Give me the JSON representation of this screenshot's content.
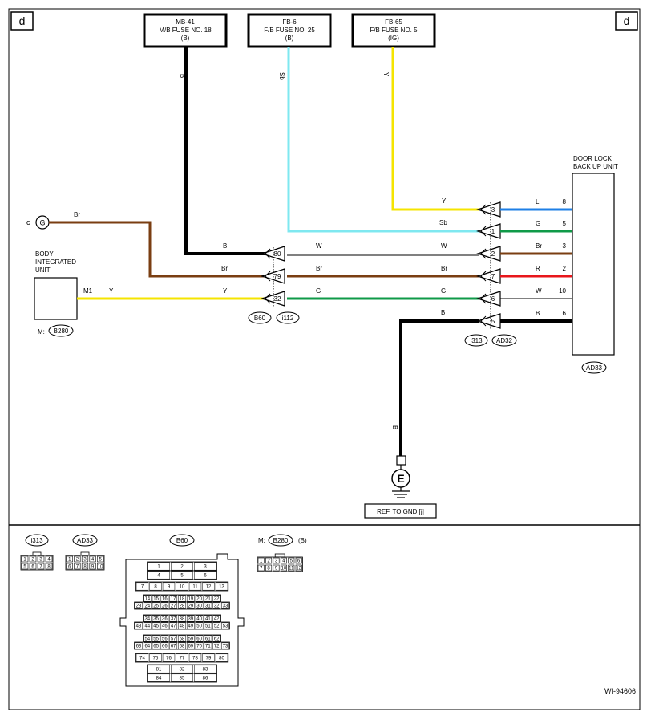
{
  "corner": {
    "left": "d",
    "right": "d"
  },
  "fuses": [
    {
      "lines": [
        "MB-41",
        "M/B FUSE NO. 18",
        "(B)"
      ]
    },
    {
      "lines": [
        "FB-6",
        "F/B FUSE NO. 25",
        "(B)"
      ]
    },
    {
      "lines": [
        "FB-65",
        "F/B FUSE NO. 5",
        "(IG)"
      ]
    }
  ],
  "colors": {
    "B": "#000000",
    "Sb": "#7fe8f0",
    "Y": "#f5e400",
    "Br": "#7a3e12",
    "L": "#1e7fe6",
    "G": "#0f9a48",
    "R": "#e8161b",
    "W": "#000000"
  },
  "wires": {
    "fuse1": "B",
    "fuse2": "Sb",
    "fuse3": "Y",
    "c_wire": "Br",
    "m1": "M1",
    "y_left": "Y",
    "b60_top": "B",
    "w_mid1": "W",
    "w_mid2": "W",
    "br_left": "Br",
    "br_mid1": "Br",
    "br_mid2": "Br",
    "y_b60": "Y",
    "g_mid1": "G",
    "g_mid2": "G",
    "y_top": "Y",
    "sb_top": "Sb",
    "b_low": "B",
    "gnd_wire": "B"
  },
  "right_wires": [
    {
      "color": "L",
      "pin": "8"
    },
    {
      "color": "G",
      "pin": "5"
    },
    {
      "color": "Br",
      "pin": "3"
    },
    {
      "color": "R",
      "pin": "2"
    },
    {
      "color": "W",
      "pin": "10"
    },
    {
      "color": "B",
      "pin": "6"
    }
  ],
  "b60_pins": [
    "80",
    "79",
    "32"
  ],
  "i313_pins": [
    "3",
    "1",
    "2",
    "7",
    "6",
    "5"
  ],
  "connector_tags": {
    "b60": "B60",
    "i112": "i112",
    "i313": "i313",
    "ad32": "AD32",
    "ad33": "AD33",
    "b280": "B280"
  },
  "c_label": "c",
  "g_symbol": "G",
  "body_unit": {
    "lines": [
      "BODY",
      "INTEGRATED",
      "UNIT"
    ],
    "m_prefix": "M:"
  },
  "door_unit": {
    "lines": [
      "DOOR LOCK",
      "BACK UP UNIT"
    ]
  },
  "ground": {
    "symbol": "E",
    "ref": "REF. TO GND [j]"
  },
  "legend": {
    "i313": {
      "title": "i313",
      "rows": [
        [
          "1",
          "2",
          "3",
          "4"
        ],
        [
          "5",
          "6",
          "7",
          "8"
        ]
      ]
    },
    "ad33": {
      "title": "AD33",
      "rows": [
        [
          "1",
          "2",
          "3",
          "4",
          "5"
        ],
        [
          "6",
          "7",
          "8",
          "9",
          "10"
        ]
      ]
    },
    "b60": {
      "title": "B60",
      "rows": [
        [
          "1",
          "2",
          "3"
        ],
        [
          "4",
          "5",
          "6"
        ],
        [
          "7",
          "8",
          "9",
          "10",
          "11",
          "12",
          "13"
        ],
        [
          "14",
          "15",
          "16",
          "17",
          "18",
          "19",
          "20",
          "21",
          "22"
        ],
        [
          "23",
          "24",
          "25",
          "26",
          "27",
          "28",
          "29",
          "30",
          "31",
          "32",
          "33"
        ],
        [
          "34",
          "35",
          "36",
          "37",
          "38",
          "39",
          "40",
          "41",
          "42"
        ],
        [
          "43",
          "44",
          "45",
          "46",
          "47",
          "48",
          "49",
          "50",
          "51",
          "52",
          "53"
        ],
        [
          "54",
          "55",
          "56",
          "57",
          "58",
          "59",
          "60",
          "61",
          "62"
        ],
        [
          "63",
          "64",
          "65",
          "66",
          "67",
          "68",
          "69",
          "70",
          "71",
          "72",
          "73"
        ],
        [
          "74",
          "75",
          "76",
          "77",
          "78",
          "79",
          "80"
        ],
        [
          "81",
          "82",
          "83"
        ],
        [
          "84",
          "85",
          "86"
        ]
      ]
    },
    "b280": {
      "prefix": "M:",
      "title": "B280",
      "suffix": "(B)",
      "rows": [
        [
          "1",
          "2",
          "3",
          "4",
          "5",
          "6"
        ],
        [
          "7",
          "8",
          "9",
          "10",
          "11",
          "12"
        ]
      ]
    }
  },
  "footer_code": "WI-94606"
}
